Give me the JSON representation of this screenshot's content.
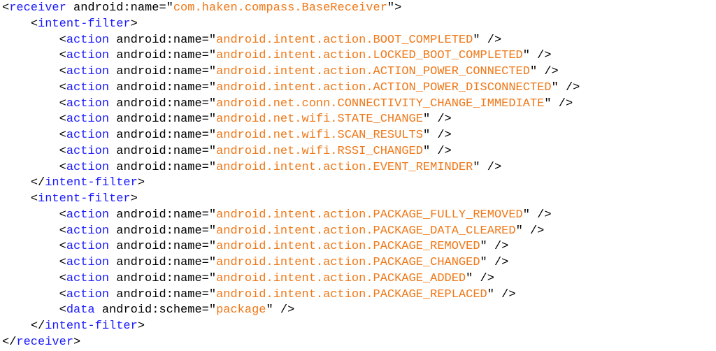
{
  "colors": {
    "tag": "#1a1aff",
    "value": "#f07818",
    "text": "#000000"
  },
  "lines": [
    {
      "indent": 0,
      "open": "<",
      "tag": "receiver",
      "attr": " android:name=",
      "value": "com.haken.compass.BaseReceiver",
      "end": ">"
    },
    {
      "indent": 1,
      "open": "<",
      "tag": "intent-filter",
      "end": ">"
    },
    {
      "indent": 2,
      "open": "<",
      "tag": "action",
      "attr": " android:name=",
      "value": "android.intent.action.BOOT_COMPLETED",
      "end": " />"
    },
    {
      "indent": 2,
      "open": "<",
      "tag": "action",
      "attr": " android:name=",
      "value": "android.intent.action.LOCKED_BOOT_COMPLETED",
      "end": " />"
    },
    {
      "indent": 2,
      "open": "<",
      "tag": "action",
      "attr": " android:name=",
      "value": "android.intent.action.ACTION_POWER_CONNECTED",
      "end": " />"
    },
    {
      "indent": 2,
      "open": "<",
      "tag": "action",
      "attr": " android:name=",
      "value": "android.intent.action.ACTION_POWER_DISCONNECTED",
      "end": " />"
    },
    {
      "indent": 2,
      "open": "<",
      "tag": "action",
      "attr": " android:name=",
      "value": "android.net.conn.CONNECTIVITY_CHANGE_IMMEDIATE",
      "end": " />"
    },
    {
      "indent": 2,
      "open": "<",
      "tag": "action",
      "attr": " android:name=",
      "value": "android.net.wifi.STATE_CHANGE",
      "end": " />"
    },
    {
      "indent": 2,
      "open": "<",
      "tag": "action",
      "attr": " android:name=",
      "value": "android.net.wifi.SCAN_RESULTS",
      "end": " />"
    },
    {
      "indent": 2,
      "open": "<",
      "tag": "action",
      "attr": " android:name=",
      "value": "android.net.wifi.RSSI_CHANGED",
      "end": " />"
    },
    {
      "indent": 2,
      "open": "<",
      "tag": "action",
      "attr": " android:name=",
      "value": "android.intent.action.EVENT_REMINDER",
      "end": " />"
    },
    {
      "indent": 1,
      "open": "</",
      "tag": "intent-filter",
      "end": ">"
    },
    {
      "indent": 1,
      "open": "<",
      "tag": "intent-filter",
      "end": ">"
    },
    {
      "indent": 2,
      "open": "<",
      "tag": "action",
      "attr": " android:name=",
      "value": "android.intent.action.PACKAGE_FULLY_REMOVED",
      "end": " />"
    },
    {
      "indent": 2,
      "open": "<",
      "tag": "action",
      "attr": " android:name=",
      "value": "android.intent.action.PACKAGE_DATA_CLEARED",
      "end": " />"
    },
    {
      "indent": 2,
      "open": "<",
      "tag": "action",
      "attr": " android:name=",
      "value": "android.intent.action.PACKAGE_REMOVED",
      "end": " />"
    },
    {
      "indent": 2,
      "open": "<",
      "tag": "action",
      "attr": " android:name=",
      "value": "android.intent.action.PACKAGE_CHANGED",
      "end": " />"
    },
    {
      "indent": 2,
      "open": "<",
      "tag": "action",
      "attr": " android:name=",
      "value": "android.intent.action.PACKAGE_ADDED",
      "end": " />"
    },
    {
      "indent": 2,
      "open": "<",
      "tag": "action",
      "attr": " android:name=",
      "value": "android.intent.action.PACKAGE_REPLACED",
      "end": " />"
    },
    {
      "indent": 2,
      "open": "<",
      "tag": "data",
      "attr": " android:scheme=",
      "value": "package",
      "end": " />"
    },
    {
      "indent": 1,
      "open": "</",
      "tag": "intent-filter",
      "end": ">"
    },
    {
      "indent": 0,
      "open": "</",
      "tag": "receiver",
      "end": ">"
    }
  ]
}
